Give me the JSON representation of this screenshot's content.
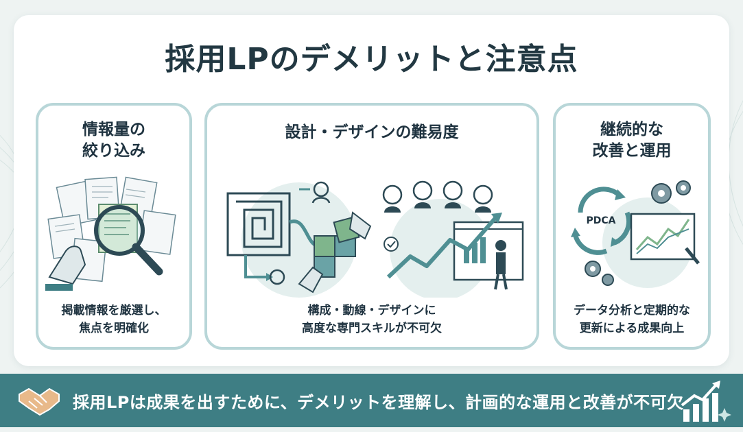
{
  "title": "採用LPのデメリットと注意点",
  "panels": {
    "left": {
      "head_line1": "情報量の",
      "head_line2": "絞り込み",
      "desc_line1": "掲載情報を厳選し、",
      "desc_line2": "焦点を明確化",
      "icon": "magnifier-documents-icon"
    },
    "middle": {
      "head": "設計・デザインの難易度",
      "desc_line1": "構成・動線・デザインに",
      "desc_line2": "高度な専門スキルが不可欠",
      "icon_left": "maze-puzzle-icon",
      "icon_right": "team-growth-chart-icon"
    },
    "right": {
      "head_line1": "継続的な",
      "head_line2": "改善と運用",
      "desc_line1": "データ分析と定期的な",
      "desc_line2": "更新による成果向上",
      "cycle_label": "PDCA",
      "icon": "pdca-cycle-icon"
    }
  },
  "footer": {
    "text": "採用LPは成果を出すために、デメリットを理解し、計画的な運用と改善が不可欠",
    "left_icon": "handshake-icon",
    "right_icon": "growth-bars-icon"
  },
  "colors": {
    "panel_border": "#b8d6d8",
    "footer_bg": "#3e7e84",
    "accent_teal": "#4f8f93",
    "accent_green": "#7fb58c",
    "title_text": "#223842"
  }
}
